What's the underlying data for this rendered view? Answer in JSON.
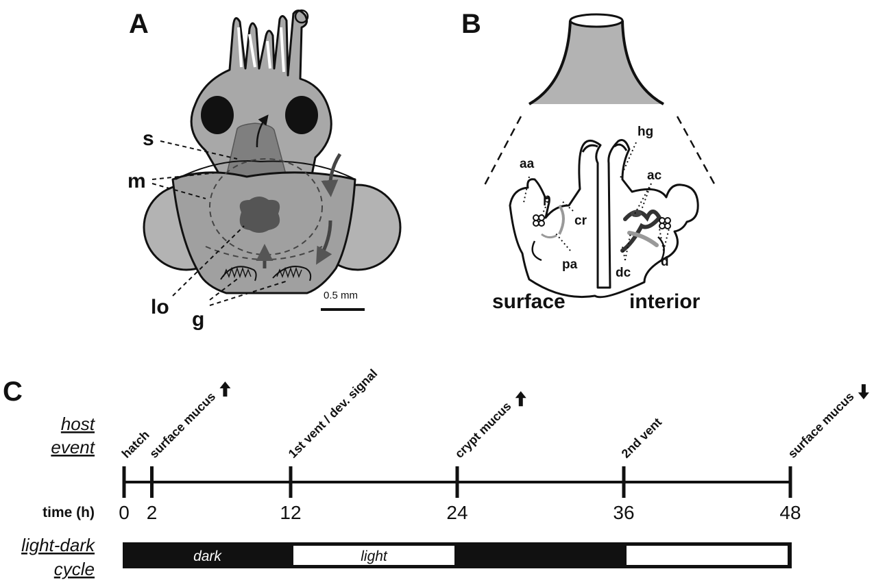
{
  "panels": {
    "a": "A",
    "b": "B",
    "c": "C"
  },
  "panel_a": {
    "labels": {
      "s": "s",
      "m": "m",
      "lo": "lo",
      "g": "g"
    },
    "scale_bar": "0.5 mm"
  },
  "panel_b": {
    "labels": {
      "aa": "aa",
      "p": "p",
      "cr": "cr",
      "pa": "pa",
      "hg": "hg",
      "ac": "ac",
      "dc": "dc",
      "d": "d"
    },
    "surface": "surface",
    "interior": "interior"
  },
  "panel_c": {
    "host_event_1": "host",
    "host_event_2": "event",
    "time_label": "time (h)",
    "cycle_label_1": "light-dark",
    "cycle_label_2": "cycle",
    "events": [
      {
        "time": 0,
        "label": "hatch",
        "arrow": ""
      },
      {
        "time": 2,
        "label": "surface mucus",
        "arrow": "up"
      },
      {
        "time": 12,
        "label": "1st vent / dev. signal",
        "arrow": ""
      },
      {
        "time": 24,
        "label": "crypt mucus",
        "arrow": "up"
      },
      {
        "time": 36,
        "label": "2nd vent",
        "arrow": ""
      },
      {
        "time": 48,
        "label": "surface mucus",
        "arrow": "down"
      }
    ],
    "ticks": [
      0,
      2,
      12,
      24,
      36,
      48
    ],
    "cycle": [
      {
        "start": 0,
        "end": 12,
        "phase": "dark",
        "label": "dark"
      },
      {
        "start": 12,
        "end": 24,
        "phase": "light",
        "label": "light"
      },
      {
        "start": 24,
        "end": 36,
        "phase": "dark",
        "label": ""
      },
      {
        "start": 36,
        "end": 48,
        "phase": "light",
        "label": ""
      }
    ]
  }
}
